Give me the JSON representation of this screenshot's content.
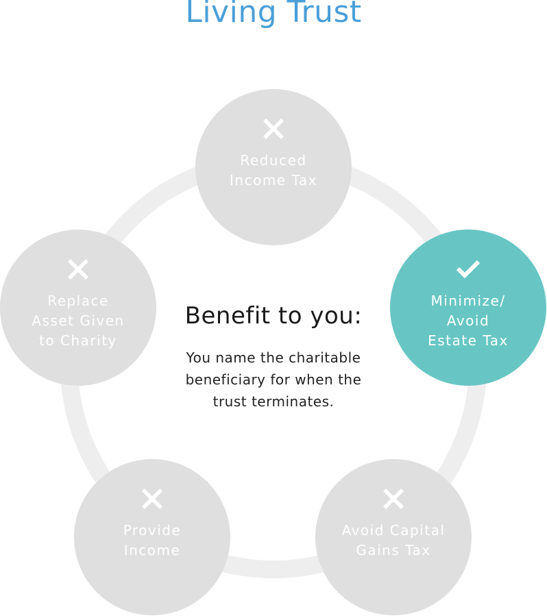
{
  "title": "Living Trust",
  "center": {
    "heading": "Benefit to you:",
    "description": "You name the charitable beneficiary for when the trust terminates."
  },
  "colors": {
    "title": "#4a9fd8",
    "inactive_node": "#dfdfdf",
    "active_node": "#67c6c4",
    "ring": "#eeeeee",
    "node_text": "#ffffff"
  },
  "nodes": [
    {
      "label_lines": [
        "Reduced",
        "Income Tax"
      ],
      "status": "no",
      "icon": "x-icon"
    },
    {
      "label_lines": [
        "Minimize/",
        "Avoid",
        "Estate Tax"
      ],
      "status": "yes",
      "icon": "check-icon"
    },
    {
      "label_lines": [
        "Avoid Capital",
        "Gains Tax"
      ],
      "status": "no",
      "icon": "x-icon"
    },
    {
      "label_lines": [
        "Provide",
        "Income"
      ],
      "status": "no",
      "icon": "x-icon"
    },
    {
      "label_lines": [
        "Replace",
        "Asset Given",
        "to Charity"
      ],
      "status": "no",
      "icon": "x-icon"
    }
  ]
}
